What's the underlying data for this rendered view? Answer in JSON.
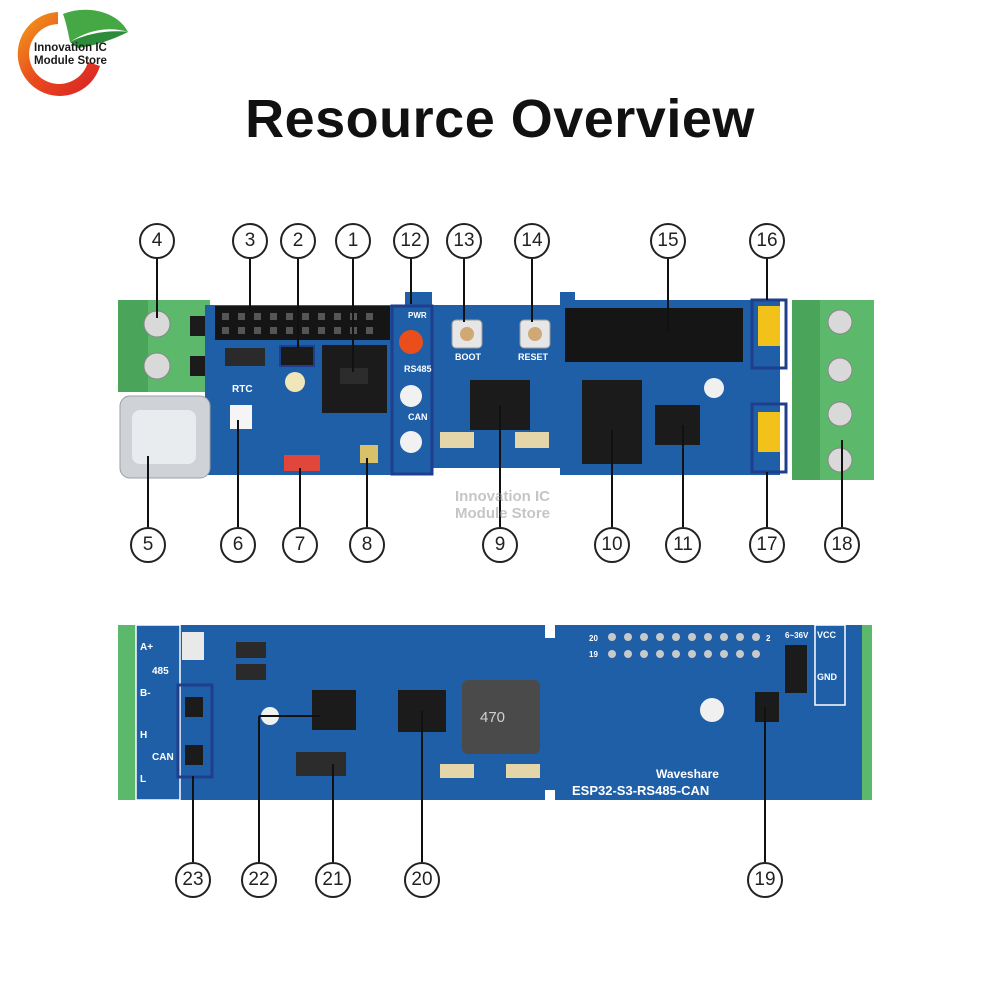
{
  "page": {
    "title": "Resource Overview"
  },
  "logo": {
    "text_line1": "Innovation IC",
    "text_line2": "Module Store"
  },
  "watermark": {
    "line1": "Innovation IC",
    "line2": "Module Store"
  },
  "top_board": {
    "silk": {
      "rtc": "RTC",
      "boot": "BOOT",
      "reset": "RESET",
      "rs485": "RS485",
      "can": "CAN",
      "pwr": "PWR"
    },
    "callouts": [
      "1",
      "2",
      "3",
      "4",
      "5",
      "6",
      "7",
      "8",
      "9",
      "10",
      "11",
      "12",
      "13",
      "14",
      "15",
      "16",
      "17",
      "18"
    ]
  },
  "bottom_board": {
    "silk": {
      "a_plus": "A+",
      "label_485": "485",
      "b_minus": "B-",
      "h": "H",
      "can": "CAN",
      "l": "L",
      "vcc": "VCC",
      "gnd": "GND",
      "voltage": "6~36V",
      "brand": "Waveshare",
      "model": "ESP32-S3-RS485-CAN",
      "inductor": "470",
      "pin20": "20",
      "pin19": "19",
      "pin2": "2"
    },
    "callouts": [
      "19",
      "20",
      "21",
      "22",
      "23"
    ]
  },
  "colors": {
    "pcb_blue": "#1f5fa8",
    "pcb_edge": "#2b6fbe",
    "terminal_green": "#5cb86a",
    "highlight_box": "#1f3f8c",
    "jumper_yellow": "#f2c21b"
  }
}
